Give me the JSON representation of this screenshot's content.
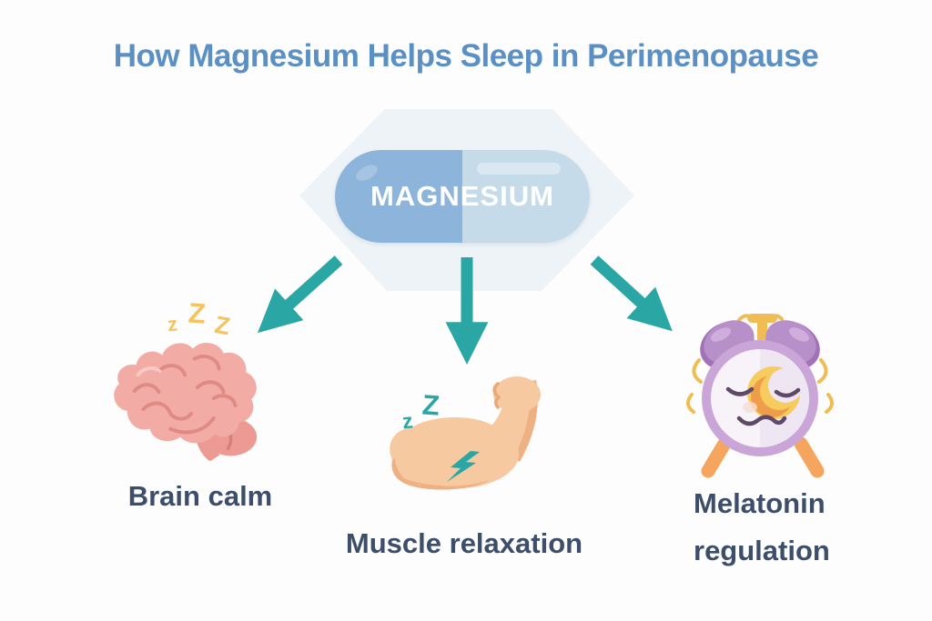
{
  "title": "How Magnesium Helps Sleep in Perimenopause",
  "pill": {
    "label": "MAGNESIUM",
    "left_color": "#8db4da",
    "right_color": "#c6dbe9",
    "backdrop_color": "#edf3f6"
  },
  "arrows": {
    "color": "#2aa7a5",
    "count": 3
  },
  "benefits": [
    {
      "id": "brain-calm",
      "label": "Brain calm",
      "icon": "sleeping-brain-icon",
      "sleep_letters": [
        "z",
        "Z",
        "Z"
      ],
      "sleep_color": "#f5c360"
    },
    {
      "id": "muscle-relaxation",
      "label": "Muscle relaxation",
      "icon": "relaxed-biceps-icon",
      "sleep_letters": [
        "z",
        "Z"
      ],
      "sleep_color": "#2aa7a5"
    },
    {
      "id": "melatonin-regulation",
      "label_line1": "Melatonin",
      "label_line2": "regulation",
      "icon": "sleepy-alarm-clock-icon"
    }
  ],
  "colors": {
    "title_text": "#5b90c5",
    "label_text": "#3d4e6b",
    "arrow_teal": "#2aa7a5",
    "brain_pink": "#f3aba5",
    "brain_line": "#e08a84",
    "skin": "#f7c9a1",
    "skin_shade": "#eeb183",
    "clock_purple": "#c9a6d7",
    "clock_bell": "#b78fc9",
    "clock_yellow": "#f0bd55",
    "moon_yellow": "#f8cb5e",
    "moon_orange": "#ee9e4b",
    "clock_legs": "#f5a55e"
  }
}
